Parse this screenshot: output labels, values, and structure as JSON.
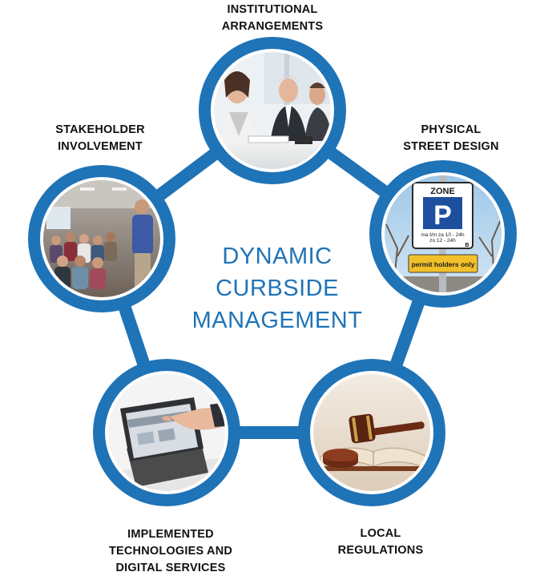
{
  "colors": {
    "ring": "#1f73b7",
    "text": "#111111",
    "title": "#1f73b7"
  },
  "title": {
    "line1": "DYNAMIC",
    "line2": "CURBSIDE",
    "line3": "MANAGEMENT"
  },
  "nodes": [
    {
      "id": "institutional",
      "line1": "INSTITUTIONAL",
      "line2": "ARRANGEMENTS",
      "line3": "",
      "image": "business-meeting-photo"
    },
    {
      "id": "physical",
      "line1": "PHYSICAL",
      "line2": "STREET DESIGN",
      "line3": "",
      "image": "parking-zone-sign-photo"
    },
    {
      "id": "local",
      "line1": "LOCAL",
      "line2": "REGULATIONS",
      "line3": "",
      "image": "gavel-and-book-photo"
    },
    {
      "id": "implemented",
      "line1": "IMPLEMENTED",
      "line2": "TECHNOLOGIES AND",
      "line3": "DIGITAL SERVICES",
      "image": "tablet-hand-photo"
    },
    {
      "id": "stakeholder",
      "line1": "STAKEHOLDER",
      "line2": "INVOLVEMENT",
      "line3": "",
      "image": "community-meeting-photo"
    }
  ],
  "sign": {
    "zone": "ZONE",
    "letter": "P",
    "times1": "ma t/m za 10 - 24h",
    "times2": "zo 12 - 24h",
    "code": "B",
    "permit": "permit holders only"
  }
}
